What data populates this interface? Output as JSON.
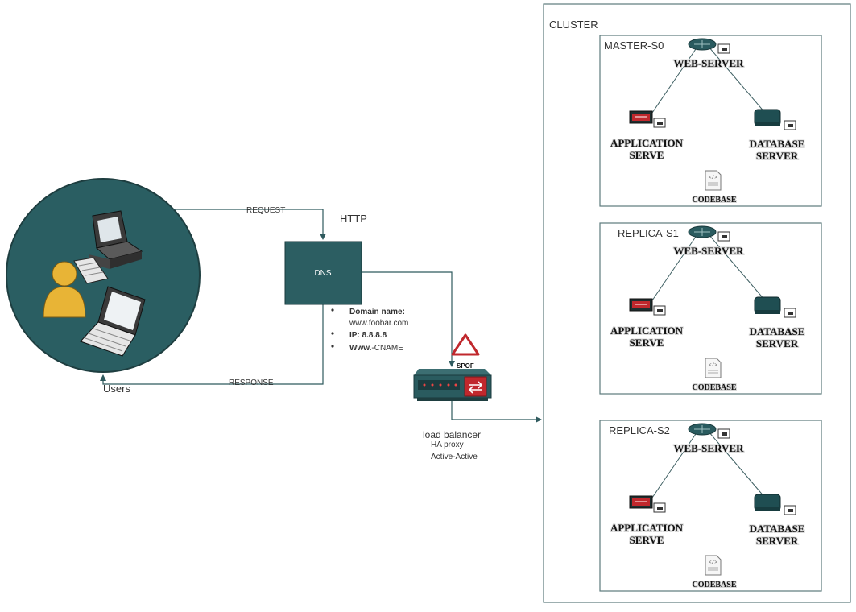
{
  "labels": {
    "request": "REQUEST",
    "response": "RESPONSE",
    "http": "HTTP",
    "users": "Users",
    "dns": "DNS",
    "spof": "SPOF",
    "load_balancer": "load balancer",
    "lb_detail_1": "HA proxy",
    "lb_detail_2": "Active-Active",
    "cluster": "CLUSTER"
  },
  "dns_info": [
    {
      "bold": "Domain name:",
      "rest": ""
    },
    {
      "bold": "",
      "rest": "www.foobar.com"
    },
    {
      "bold": "IP: 8.8.8.8",
      "rest": ""
    },
    {
      "bold": "Www.",
      "rest": "-CNAME"
    }
  ],
  "servers": [
    {
      "name": "MASTER-S0",
      "web": "WEB-SERVER",
      "app_1": "APPLICATION",
      "app_2": "SERVE",
      "db_1": "DATABASE",
      "db_2": "SERVER",
      "code": "CODEBASE"
    },
    {
      "name": "REPLICA-S1",
      "web": "WEB-SERVER",
      "app_1": "APPLICATION",
      "app_2": "SERVE",
      "db_1": "DATABASE",
      "db_2": "SERVER",
      "code": "CODEBASE"
    },
    {
      "name": "REPLICA-S2",
      "web": "WEB-SERVER",
      "app_1": "APPLICATION",
      "app_2": "SERVE",
      "db_1": "DATABASE",
      "db_2": "SERVER",
      "code": "CODEBASE"
    }
  ],
  "colors": {
    "teal": "#2c5e62",
    "teal_dark": "#1f4548",
    "user_yellow": "#e8b436",
    "warning_red": "#c0282d",
    "line": "#2f5a5e"
  }
}
